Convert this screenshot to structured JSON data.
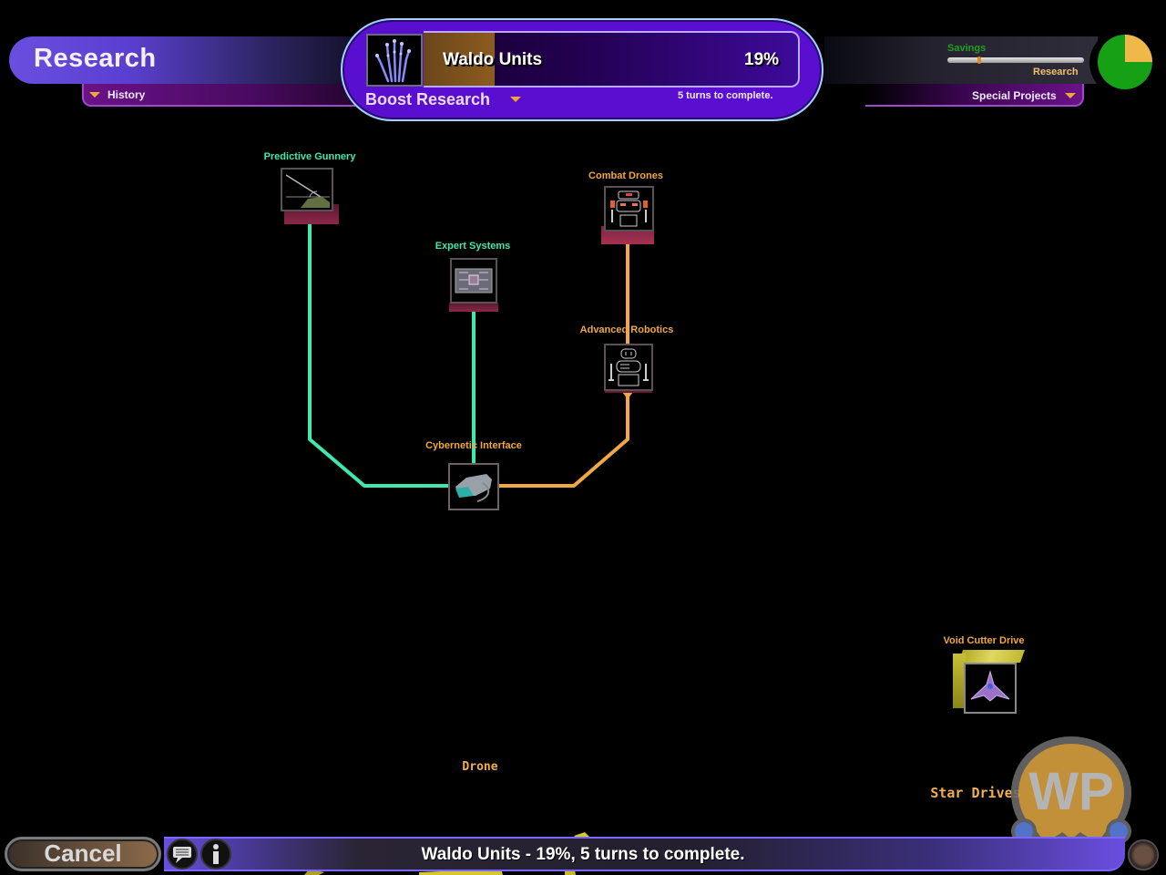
{
  "header": {
    "title": "Research",
    "history_label": "History",
    "current_project": {
      "name": "Waldo Units",
      "percent_label": "19%",
      "progress": 0.19,
      "turns_label": "5 turns to complete.",
      "icon": "robot-hand-icon"
    },
    "boost_label": "Boost Research",
    "savings_label": "Savings",
    "research_label": "Research",
    "savings_research_slider": 0.23,
    "pie": {
      "research_fraction": 0.25,
      "savings_color": "#16a016",
      "research_color": "#f0b848"
    },
    "special_projects_label": "Special Projects"
  },
  "tech_tree": {
    "nodes": [
      {
        "id": "predictive-gunnery",
        "label": "Predictive Gunnery",
        "state": "available",
        "icon": "artillery-icon"
      },
      {
        "id": "expert-systems",
        "label": "Expert Systems",
        "state": "available",
        "icon": "microchip-icon"
      },
      {
        "id": "combat-drones",
        "label": "Combat Drones",
        "state": "future",
        "icon": "combat-robot-icon"
      },
      {
        "id": "advanced-robotics",
        "label": "Advanced Robotics",
        "state": "future",
        "icon": "robot-icon"
      },
      {
        "id": "cybernetic-interface",
        "label": "Cybernetic Interface",
        "state": "future",
        "icon": "vr-headset-icon"
      },
      {
        "id": "void-cutter-drive",
        "label": "Void Cutter Drive",
        "state": "future",
        "icon": "starship-icon"
      }
    ],
    "category_labels": [
      {
        "id": "drone",
        "label": "Drone"
      },
      {
        "id": "star-drives",
        "label": "Star Drives"
      }
    ],
    "colors": {
      "available": "#3ee8b0",
      "future": "#f0a840"
    }
  },
  "footer": {
    "cancel_label": "Cancel",
    "status_text": "Waldo Units - 19%, 5 turns to complete.",
    "chat_icon": "chat-icon",
    "info_icon": "info-icon"
  },
  "watermark": {
    "text": "WP"
  }
}
